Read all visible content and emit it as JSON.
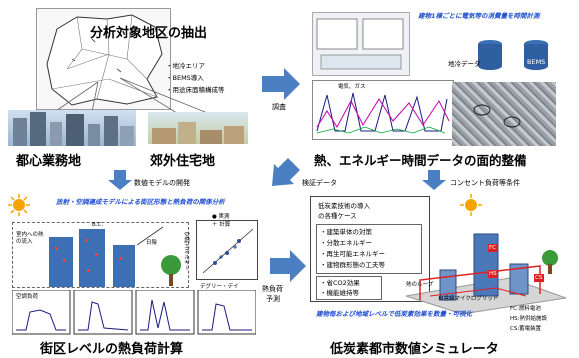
{
  "top_left": {
    "title": "分析対象地区の抽出",
    "bullets": [
      "・地冷エリア",
      "・BEMS導入",
      "・用途床面積構成等"
    ],
    "caption_left": "都心業務地",
    "caption_right": "郊外住宅地"
  },
  "top_right": {
    "title_note": "建物1棟ごとに電気等の消費量を時間計測",
    "db_label_left": "地冷データ",
    "db_label_right": "BEMS",
    "graph_label": "電気、ガス",
    "caption": "熱、エネルギー時間データの面的整備"
  },
  "flow_labels": {
    "survey": "調査",
    "model_dev": "数値モデルの開発",
    "verify": "検証データ",
    "outlet": "コンセント負荷等条件",
    "heat_load_predict_1": "熱負荷",
    "heat_load_predict_2": "予測"
  },
  "bottom_left": {
    "note": "放射・空調連成モデルによる街区形態と熱負荷の関係分析",
    "bc_label": "B.C.",
    "sunlight": "日陰",
    "indoor_heat": "室内への熱の流入",
    "legend_measured": "● 実測",
    "legend_calc": "＋ 計算",
    "axis_y": "空調エネルギー",
    "axis_x": "デグリー・デイ",
    "chart_label": "空調負荷",
    "caption": "街区レベルの熱負荷計算"
  },
  "bottom_right": {
    "case_title_1": "低炭素技術の導入",
    "case_title_2": "の各種ケース",
    "items": [
      "・建築単体の対策",
      "・分散エネルギー",
      "・再生可能エネルギー",
      "・建物群形態の工夫等"
    ],
    "results": [
      "・省CO2効果",
      "・機能維持等"
    ],
    "heat_loop": "熱のループ",
    "grid_label": "自営線マイクログリッド",
    "note": "建物毎および地域レベルで低炭素効果を数量・可視化",
    "legend": [
      "FC:燃料電池",
      "HS:熱供給施設",
      "CS:蓄電装置"
    ],
    "fc": "FC",
    "hs": "HS",
    "cs": "CS",
    "caption": "低炭素都市数値シミュレータ"
  },
  "colors": {
    "blue_text": "#1f4fd1",
    "arrow": "#4a7fc1",
    "magenta": "#cc00aa",
    "navy": "#1a1a80"
  }
}
